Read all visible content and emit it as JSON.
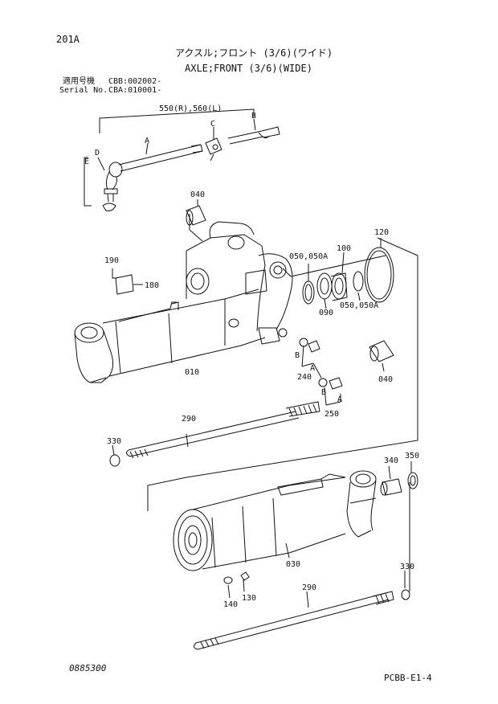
{
  "header": {
    "page_code": "201A",
    "title_jp": "アクスル;フロント (3/6)(ワイド)",
    "title_en": "AXLE;FRONT (3/6)(WIDE)",
    "applicable_label": "適用号機",
    "applicable_value": "CBB:002002-",
    "serial_label": "Serial No.",
    "serial_value": "CBA:010001-"
  },
  "parts": {
    "p550": "550(R),560(L)",
    "p040a": "040",
    "p190": "190",
    "p180": "180",
    "p050a": "050,050A",
    "p100": "100",
    "p120": "120",
    "p090": "090",
    "p050b": "050,050A",
    "p010": "010",
    "p240": "240",
    "p250": "250",
    "p040b": "040",
    "p290a": "290",
    "p330a": "330",
    "p340": "340",
    "p350": "350",
    "p030": "030",
    "p330b": "330",
    "p290b": "290",
    "p140": "140",
    "p130": "130"
  },
  "callouts": {
    "A1": "A",
    "B1": "B",
    "C1": "C",
    "D1": "D",
    "E1": "E",
    "B2": "B",
    "A2": "A",
    "B3": "B",
    "A3": "A"
  },
  "footer": {
    "doc_number": "0885300",
    "sheet_code": "PCBB-E1-4"
  }
}
